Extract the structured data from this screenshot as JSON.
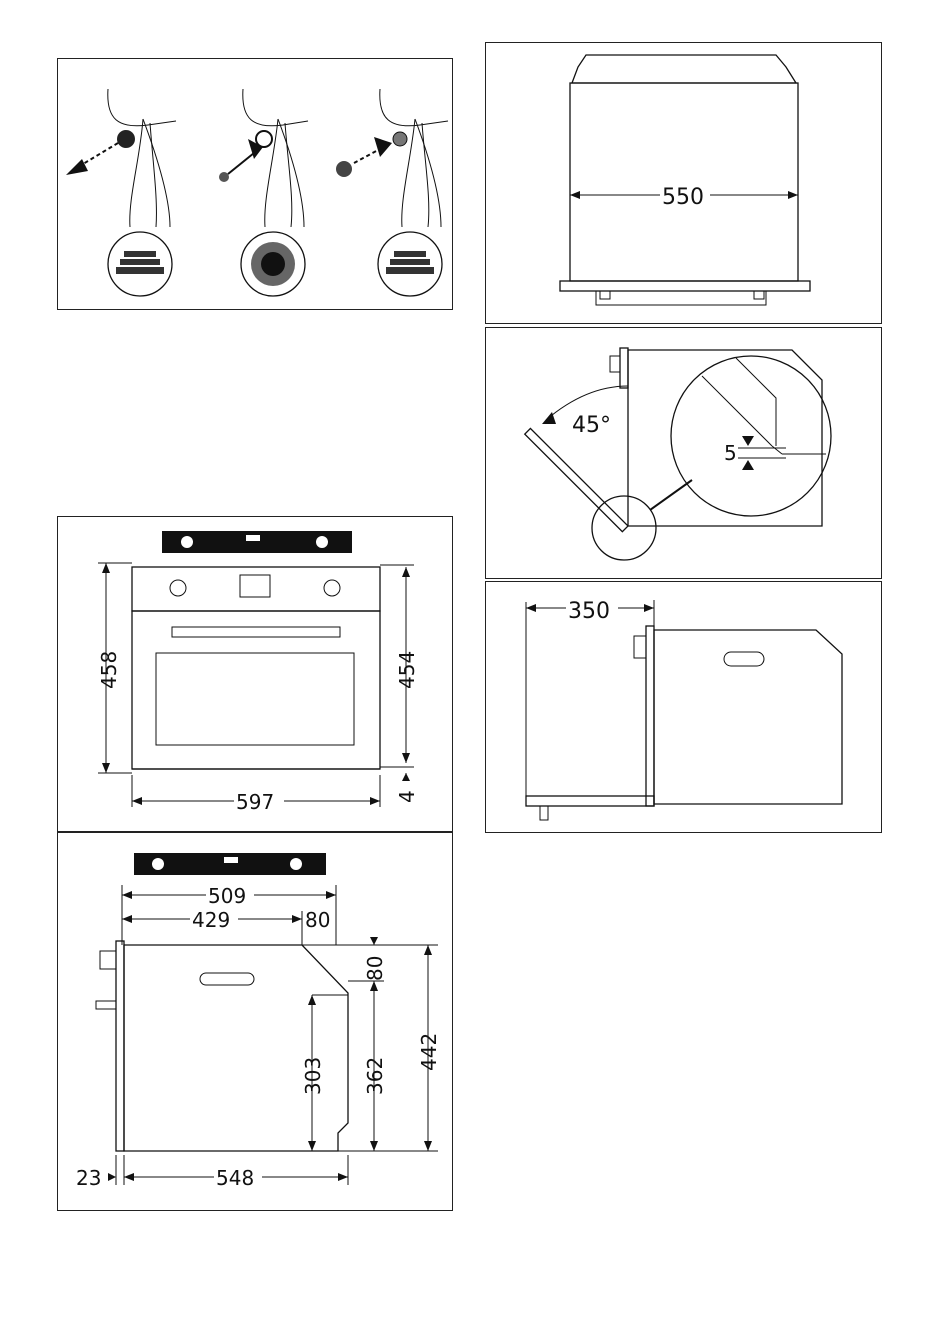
{
  "panels": {
    "p1": {
      "name": "plug-replacement-steps"
    },
    "p2": {
      "name": "front-dimensions",
      "dims": {
        "height_left": "458",
        "height_right": "454",
        "gap": "4",
        "width": "597"
      }
    },
    "p3": {
      "name": "side-dimensions",
      "dims": {
        "depth_total": "509",
        "depth_body": "429",
        "depth_top": "80",
        "right_top": "80",
        "h1": "303",
        "h2": "362",
        "h3": "442",
        "door": "23",
        "depth_bottom": "548"
      }
    },
    "p4": {
      "name": "top-width",
      "dims": {
        "width": "550"
      }
    },
    "p5": {
      "name": "door-angle",
      "dims": {
        "angle": "45°",
        "gap": "5"
      }
    },
    "p6": {
      "name": "clearance",
      "dims": {
        "clearance": "350"
      }
    }
  },
  "colors": {
    "line": "#111111",
    "fill_dark": "#222222",
    "fill_mid": "#666666"
  }
}
